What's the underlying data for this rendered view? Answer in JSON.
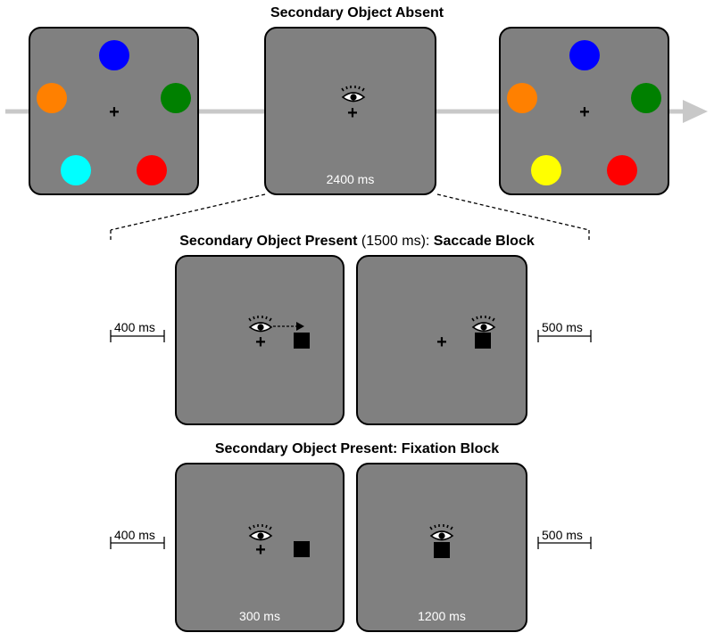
{
  "titles": {
    "absent": "Secondary Object Absent",
    "present_saccade_bold": "Secondary Object Present",
    "present_saccade_mid": " (1500 ms): ",
    "present_saccade_tail": "Saccade Block",
    "present_fixation": "Secondary Object Present: Fixation Block"
  },
  "durations": {
    "absent_middle": "2400 ms",
    "saccade_pre": "400 ms",
    "saccade_post": "500 ms",
    "fix_pre": "400 ms",
    "fix_post": "500 ms",
    "fix_first": "300 ms",
    "fix_second": "1200 ms"
  },
  "colors": {
    "panel": "#808080",
    "arrow": "#c8c8c8",
    "blue": "#0000ff",
    "orange": "#ff8000",
    "green": "#008000",
    "cyan": "#00ffff",
    "red": "#ff0000",
    "yellow": "#ffff00"
  },
  "icons": [
    "eye-icon",
    "fixation-cross",
    "square-target",
    "arrow-right-icon"
  ]
}
